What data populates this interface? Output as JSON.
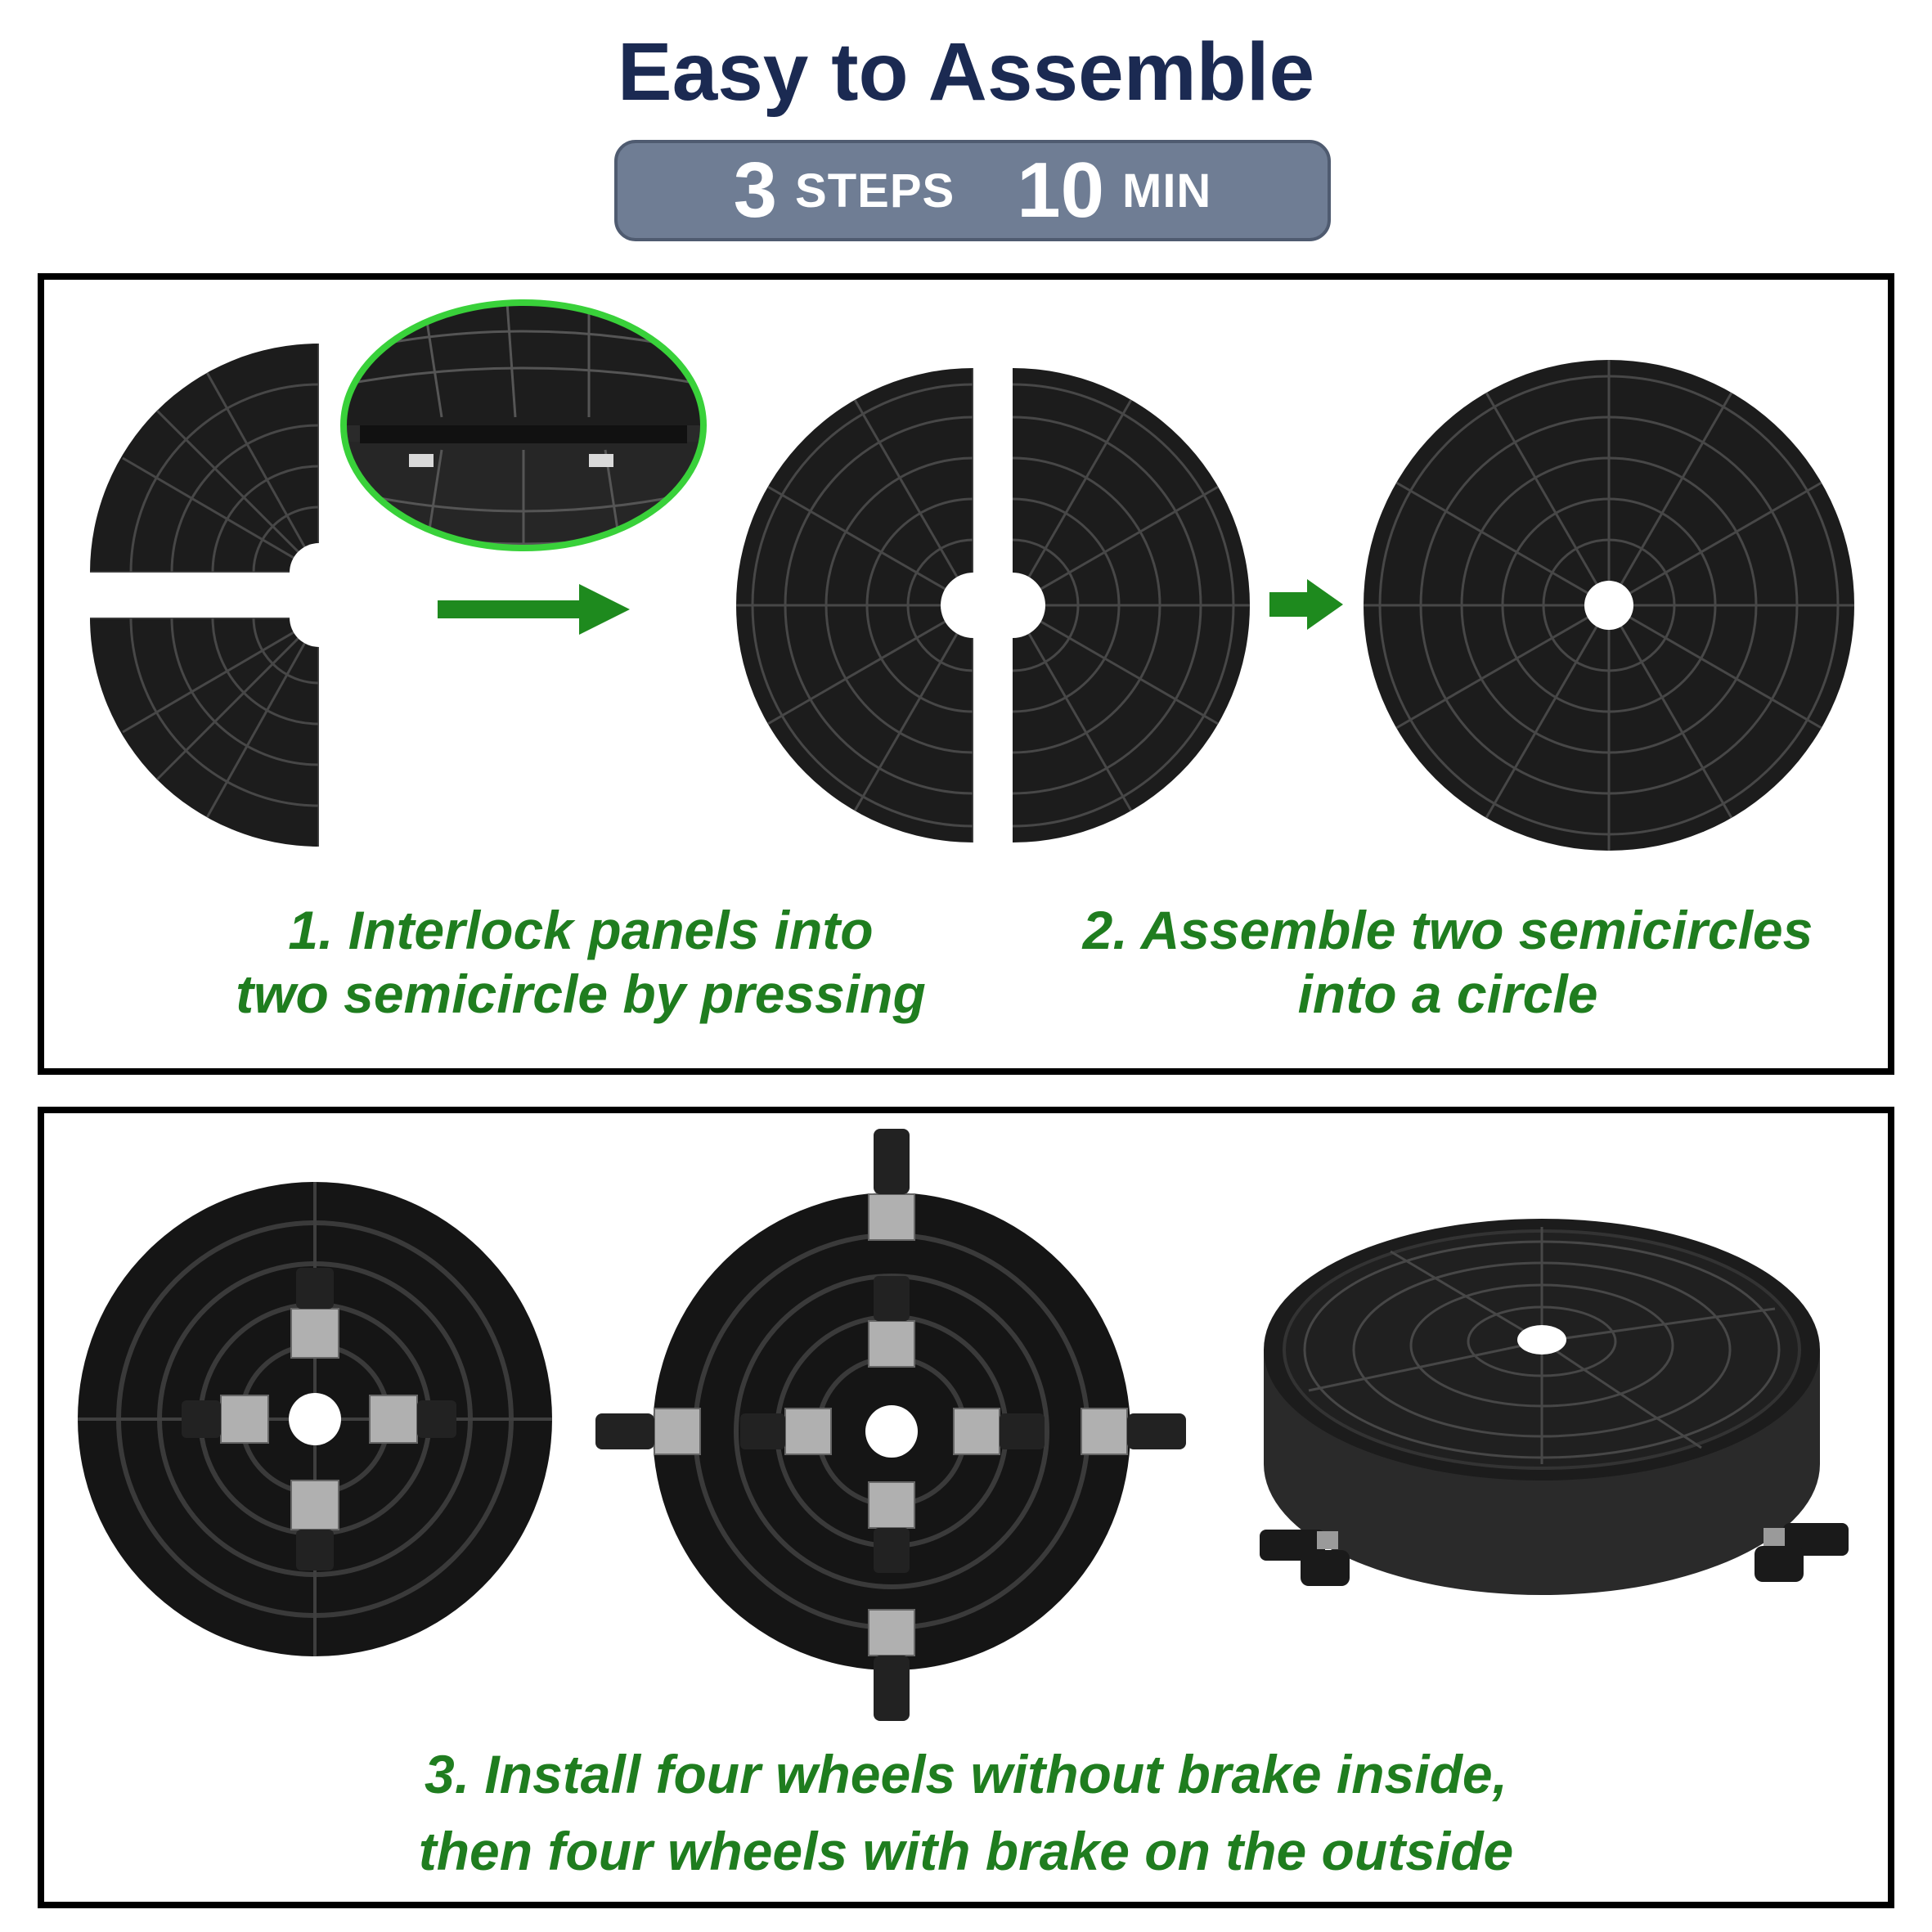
{
  "header": {
    "title": "Easy to Assemble",
    "steps_number": "3",
    "steps_unit": "STEPS",
    "time_number": "10",
    "time_unit": "MIN"
  },
  "steps": [
    {
      "line1": "1. Interlock panels into",
      "line2": "two semicircle by pressing"
    },
    {
      "line1": "2. Assemble two semicircles",
      "line2": "into a circle"
    },
    {
      "line1": "3. Install four wheels without brake inside,",
      "line2": "then four wheels with brake on the outside"
    }
  ],
  "colors": {
    "title": "#1b2a52",
    "pill": "#6f7d94",
    "caption_green": "#1f7d1f",
    "arrow_green": "#1e8a1e",
    "tray": "#1c1c1c",
    "rib": "#4a4a4a"
  }
}
